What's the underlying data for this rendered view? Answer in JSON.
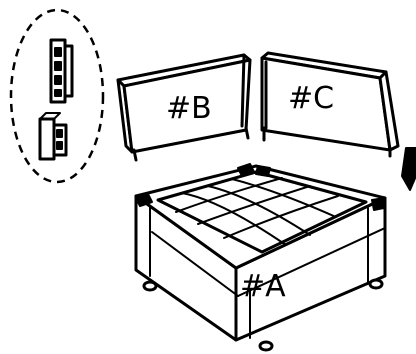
{
  "labels": {
    "piece_a": "#A",
    "piece_b": "#B",
    "piece_c": "#C"
  },
  "colors": {
    "line": "#000000",
    "background": "#ffffff"
  },
  "icons": {
    "hardware_callout": "dashed-ellipse",
    "connector_bracket": "bracket-icon",
    "direction_arrow": "arrow-down-icon"
  }
}
